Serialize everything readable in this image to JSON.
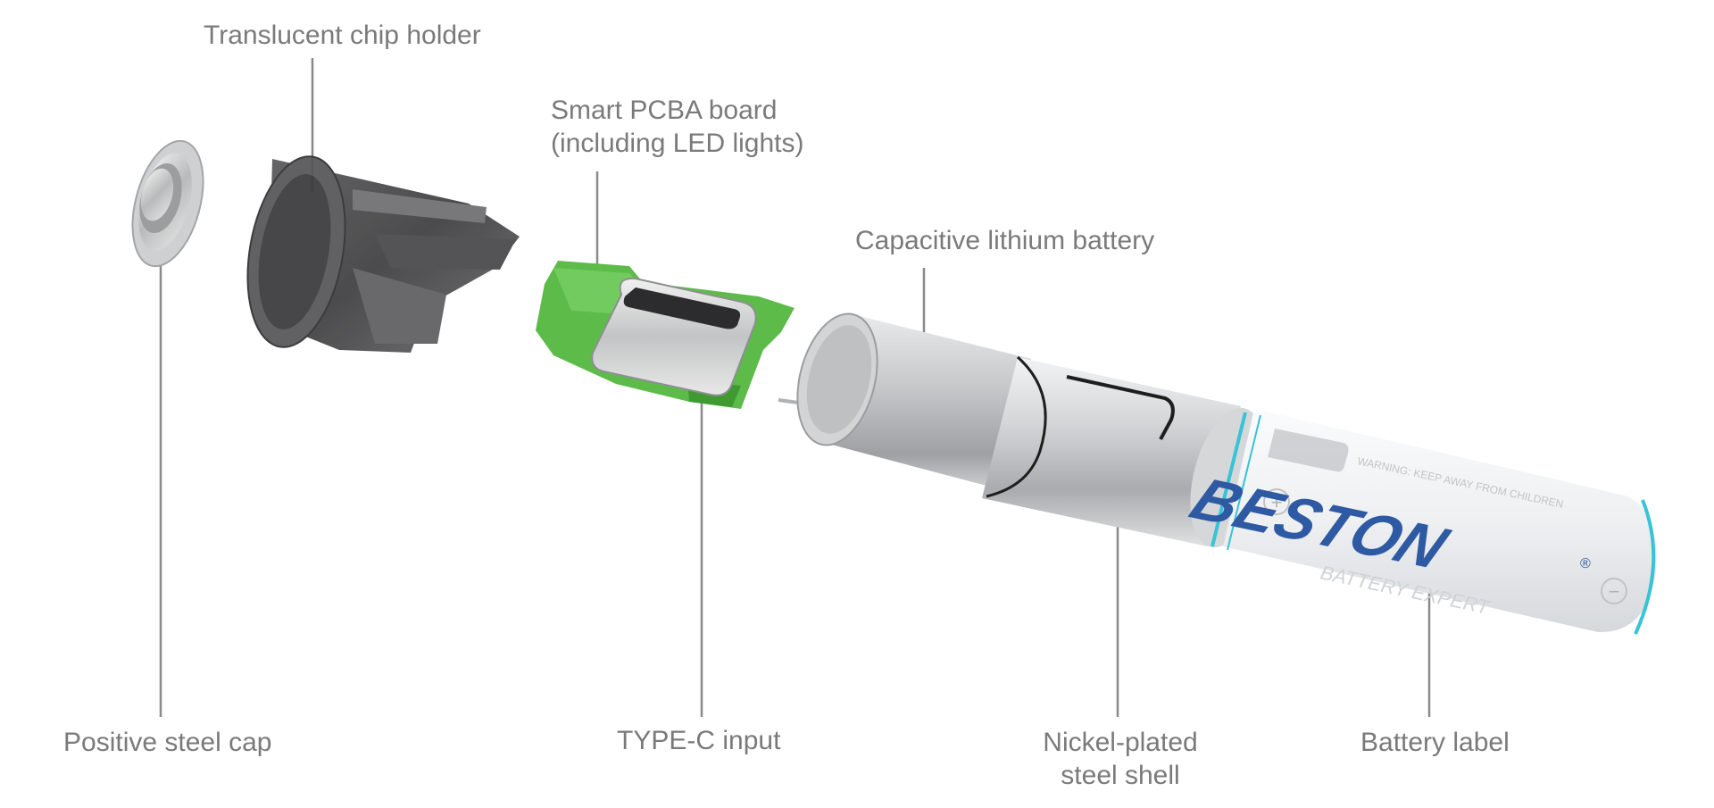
{
  "labels": {
    "chip_holder": "Translucent  chip holder",
    "pcba_line1": "Smart PCBA board",
    "pcba_line2": "(including LED lights)",
    "capacitive": "Capacitive lithium battery",
    "positive_cap": "Positive steel cap",
    "type_c": "TYPE-C input",
    "nickel_line1": "Nickel-plated",
    "nickel_line2": "steel shell",
    "battery_label": "Battery label"
  },
  "brand": {
    "name": "BESTON",
    "tagline": "BATTERY EXPERT",
    "registered": "®",
    "warning": "WARNING: KEEP AWAY FROM CHILDREN",
    "plus_symbol": "+",
    "minus_symbol": "−"
  },
  "colors": {
    "label_text": "#7a7a7a",
    "leader_line": "#8a8a8a",
    "pcb_green": "#5dbb4a",
    "brand_blue": "#2e5aa3",
    "accent_cyan": "#38c3d6",
    "holder_dark": "#4a4a4c",
    "steel": "#c9cacc"
  }
}
